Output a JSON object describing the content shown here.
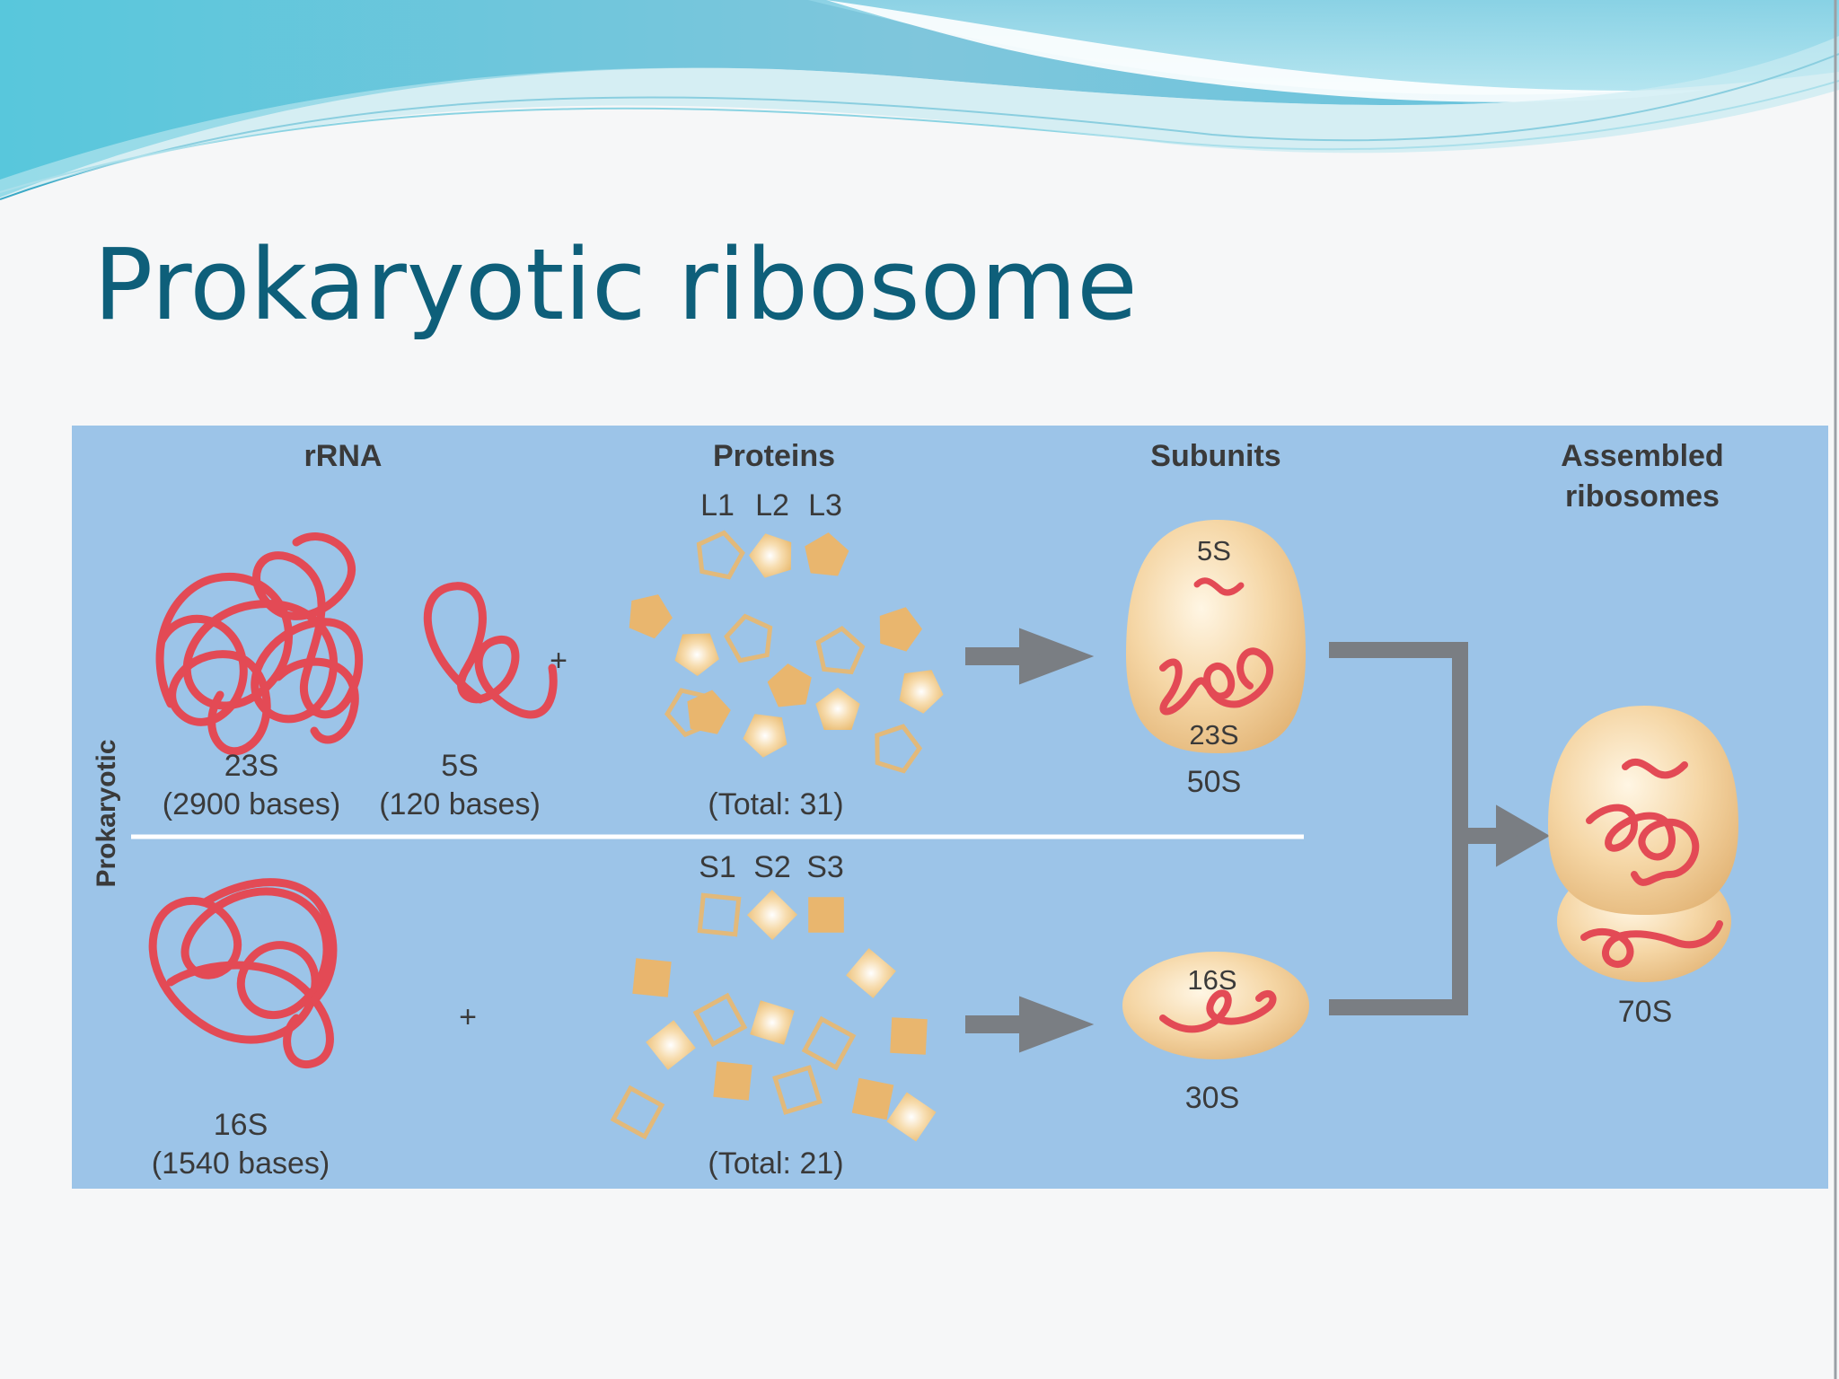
{
  "slide": {
    "title": "Prokaryotic ribosome",
    "accent_color": "#0e5f7a",
    "panel_color": "#9cc4e8"
  },
  "diagram": {
    "headers": {
      "rrna": "rRNA",
      "proteins": "Proteins",
      "subunits": "Subunits",
      "assembled_line1": "Assembled",
      "assembled_line2": "ribosomes"
    },
    "side_label": "Prokaryotic",
    "large_subunit": {
      "rrna_23s_name": "23S",
      "rrna_23s_size": "(2900 bases)",
      "rrna_5s_name": "5S",
      "rrna_5s_size": "(120 bases)",
      "plus": "+",
      "protein_labels": [
        "L1",
        "L2",
        "L3"
      ],
      "protein_total": "(Total: 31)",
      "subunit_5s": "5S",
      "subunit_23s": "23S",
      "subunit_name": "50S"
    },
    "small_subunit": {
      "rrna_16s_name": "16S",
      "rrna_16s_size": "(1540 bases)",
      "plus": "+",
      "protein_labels": [
        "S1",
        "S2",
        "S3"
      ],
      "protein_total": "(Total: 21)",
      "subunit_16s": "16S",
      "subunit_name": "30S"
    },
    "assembled": {
      "name": "70S"
    }
  }
}
